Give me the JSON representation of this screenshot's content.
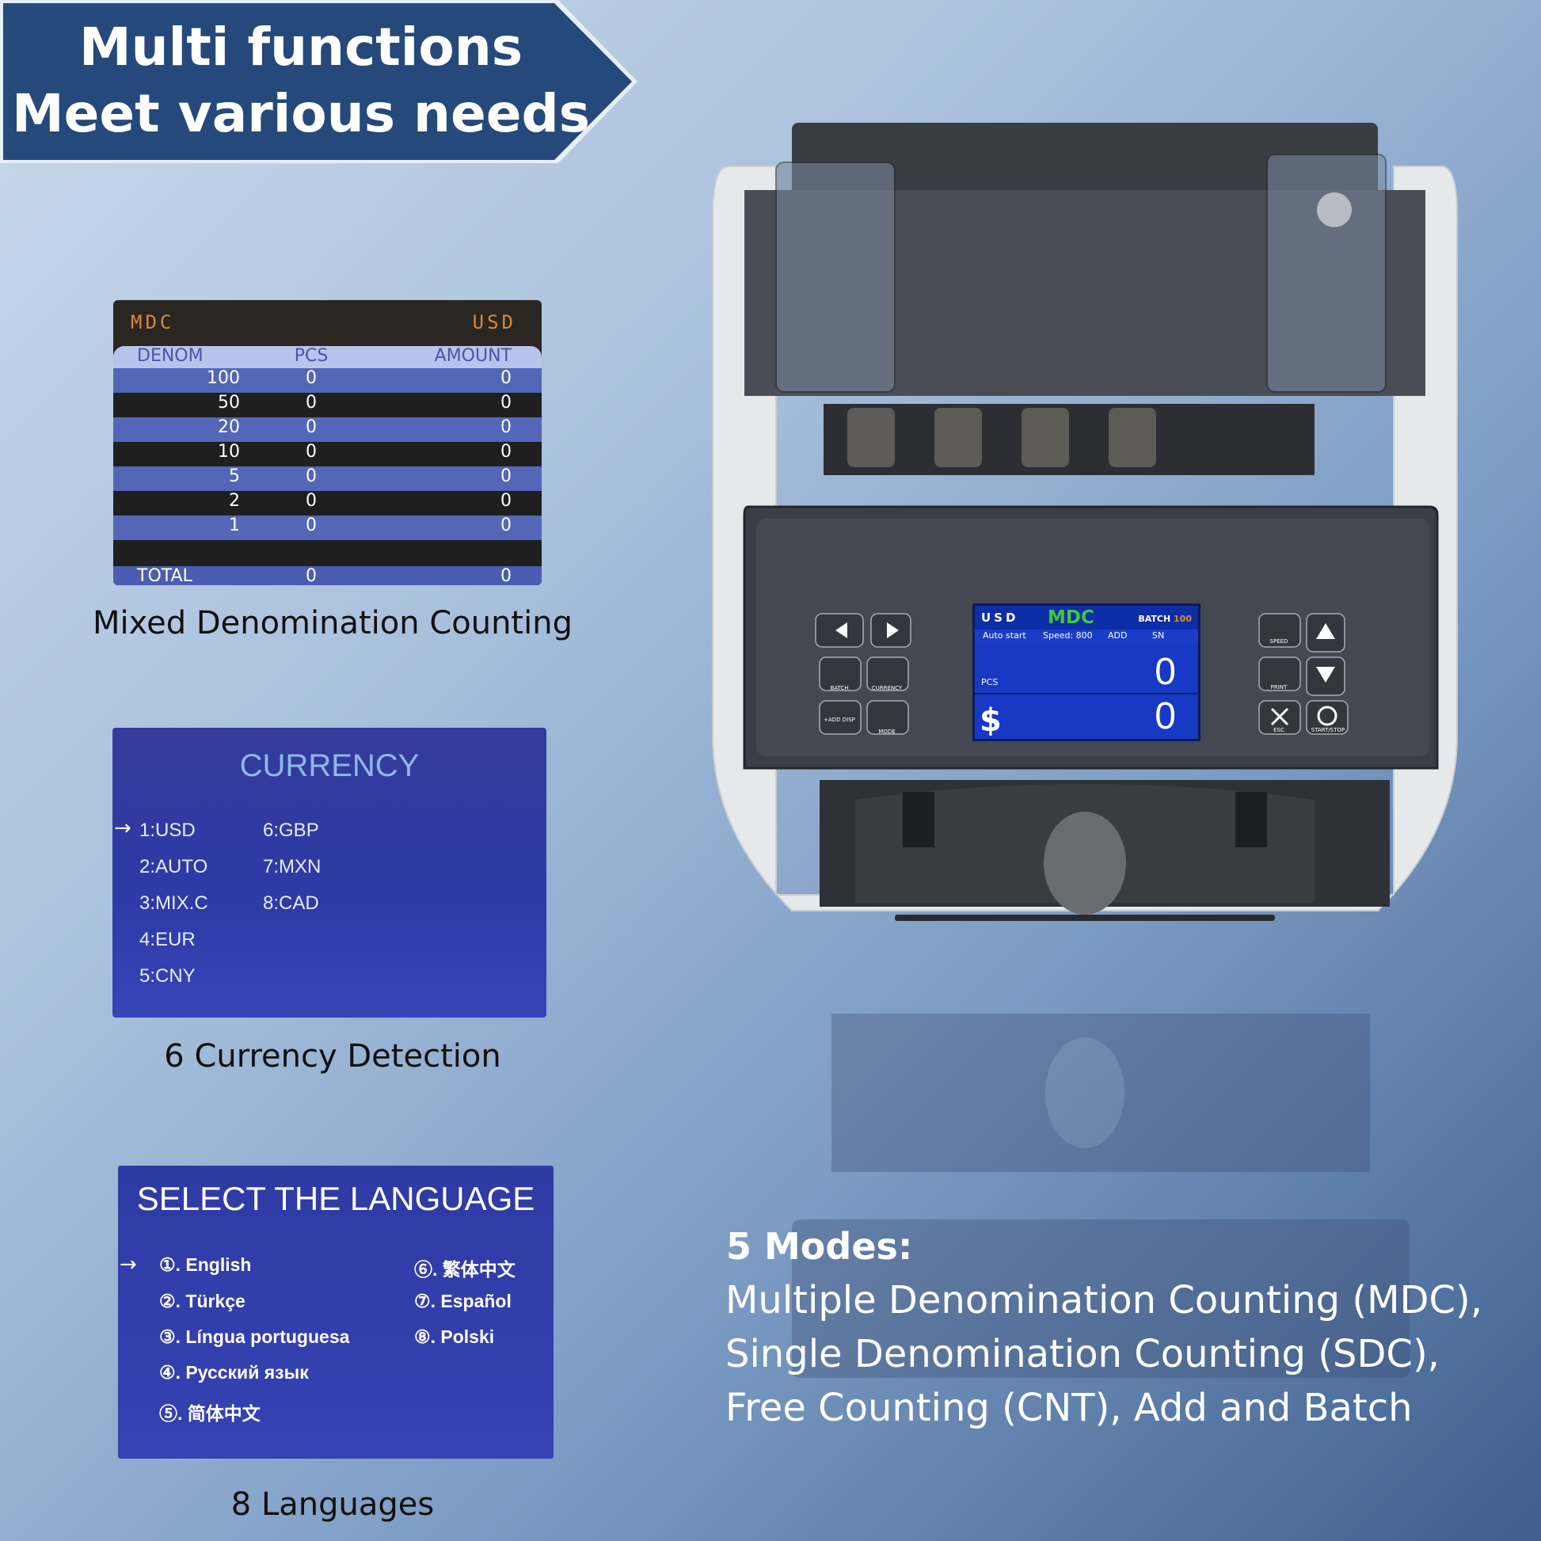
{
  "banner": {
    "line1": "Multi functions",
    "line2": "Meet various needs"
  },
  "mdc_screen": {
    "mode": "MDC",
    "currency": "USD",
    "headers": [
      "DENOM",
      "PCS",
      "AMOUNT"
    ],
    "rows": [
      {
        "denom": "100",
        "pcs": "0",
        "amount": "0"
      },
      {
        "denom": "50",
        "pcs": "0",
        "amount": "0"
      },
      {
        "denom": "20",
        "pcs": "0",
        "amount": "0"
      },
      {
        "denom": "10",
        "pcs": "0",
        "amount": "0"
      },
      {
        "denom": "5",
        "pcs": "0",
        "amount": "0"
      },
      {
        "denom": "2",
        "pcs": "0",
        "amount": "0"
      },
      {
        "denom": "1",
        "pcs": "0",
        "amount": "0"
      }
    ],
    "total_label": "TOTAL",
    "total_pcs": "0",
    "total_amount": "0",
    "caption": "Mixed Denomination Counting"
  },
  "currency_screen": {
    "title": "CURRENCY",
    "items": [
      "1:USD",
      "2:AUTO",
      "3:MIX.C",
      "4:EUR",
      "5:CNY",
      "6:GBP",
      "7:MXN",
      "8:CAD"
    ],
    "caption": "6 Currency Detection"
  },
  "language_screen": {
    "title": "SELECT THE LANGUAGE",
    "items": [
      "①. English",
      "②. Türkçe",
      "③. Língua portuguesa",
      "④. Русский язык",
      "⑤. 简体中文",
      "⑥. 繁体中文",
      "⑦. Español",
      "⑧. Polski"
    ],
    "caption": "8 Languages"
  },
  "machine_lcd": {
    "currency": "USD",
    "mode": "MDC",
    "batch_label": "BATCH",
    "batch_value": "100",
    "auto_start": "Auto start",
    "speed": "Speed: 800",
    "add": "ADD",
    "sn": "SN",
    "pcs_label": "PCS",
    "pcs_value": "0",
    "amount_symbol": "$",
    "amount_value": "0"
  },
  "machine_buttons": {
    "batch": "BATCH",
    "currency": "CURRENCY",
    "add_disp": "+ADD DISP",
    "mode": "MODE",
    "speed": "SPEED",
    "print": "PRINT",
    "esc": "ESC",
    "start_stop": "START/STOP"
  },
  "modes": {
    "heading": "5 Modes:",
    "line1": "Multiple Denomination Counting (MDC),",
    "line2": "Single Denomination Counting (SDC),",
    "line3": "Free Counting (CNT), Add and Batch"
  },
  "colors": {
    "banner_fill": "#25497a",
    "mdc_orange": "#d9883a",
    "lcd_blue": "#1739c4",
    "lcd_green": "#3ec83b"
  }
}
